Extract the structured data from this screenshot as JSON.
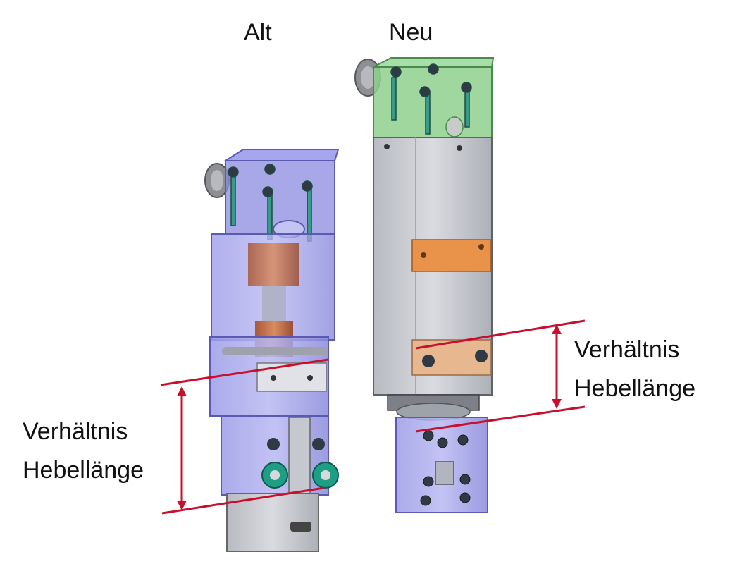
{
  "titles": {
    "old": "Alt",
    "new": "Neu"
  },
  "annotations": {
    "old": {
      "line1": "Verhältnis",
      "line2": "Hebellänge"
    },
    "new": {
      "line1": "Verhältnis",
      "line2": "Hebellänge"
    }
  },
  "colors": {
    "measure_line": "#c8102e",
    "housing_grey": "#c9cbd1",
    "transparent_blue": "#8f8fe0",
    "transparent_green": "#8ed08e",
    "copper": "#c97c4a",
    "orange_plate": "#e8924a",
    "teal_wheel": "#1f9e86"
  }
}
